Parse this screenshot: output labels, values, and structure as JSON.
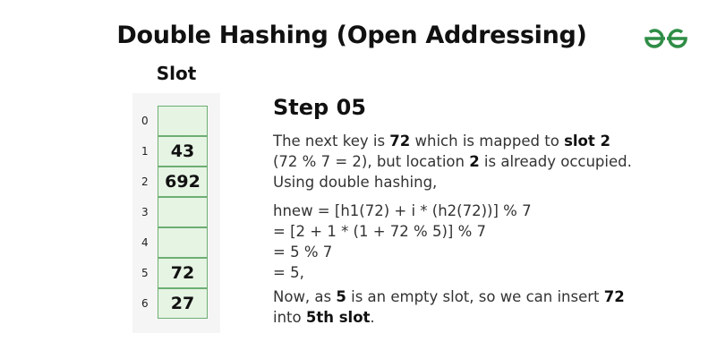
{
  "title": "Double Hashing (Open Addressing)",
  "logo": {
    "icon": "geeksforgeeks-logo-icon",
    "color": "#2f8d46"
  },
  "table": {
    "header": "Slot",
    "rows": [
      {
        "index": "0",
        "value": ""
      },
      {
        "index": "1",
        "value": "43"
      },
      {
        "index": "2",
        "value": "692"
      },
      {
        "index": "3",
        "value": ""
      },
      {
        "index": "4",
        "value": ""
      },
      {
        "index": "5",
        "value": "72"
      },
      {
        "index": "6",
        "value": "27"
      }
    ]
  },
  "step": {
    "title": "Step 05",
    "intro": [
      {
        "p1": "The next key is ",
        "b1": "72",
        "p2": " which is mapped to ",
        "b2": "slot 2",
        "p3": ""
      },
      {
        "p1": "(72 % 7 = 2), but location ",
        "b1": "2",
        "p2": " is already occupied.",
        "b2": "",
        "p3": ""
      },
      {
        "p1": "Using double hashing,",
        "b1": "",
        "p2": "",
        "b2": "",
        "p3": ""
      }
    ],
    "formula": [
      "hnew = [h1(72) + i * (h2(72))] % 7",
      "= [2 + 1 * (1 + 72 % 5)] % 7",
      "= 5 % 7",
      "= 5,"
    ],
    "conclusion": [
      {
        "p1": "Now, as ",
        "b1": "5",
        "p2": " is an empty slot, so we can insert ",
        "b2": "72",
        "p3": ""
      },
      {
        "p1": "into ",
        "b1": "5th slot",
        "p2": ".",
        "b2": "",
        "p3": ""
      }
    ]
  }
}
